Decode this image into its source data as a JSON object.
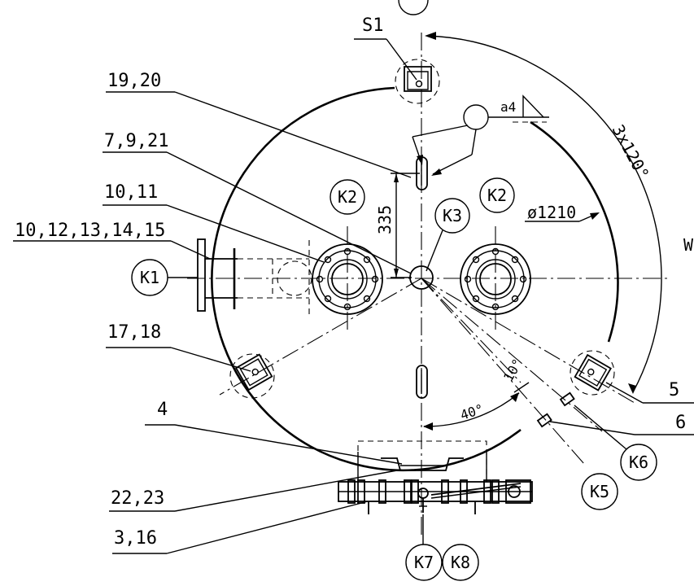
{
  "callouts": {
    "s1": "S1",
    "c19_20": "19,20",
    "c7_9_21": "7,9,21",
    "c10_11": "10,11",
    "c10_12": "10,12,13,14,15",
    "c17_18": "17,18",
    "c4": "4",
    "c22_23": "22,23",
    "c3_16": "3,16",
    "c5": "5",
    "c6": "6"
  },
  "nozzles": {
    "k1": "K1",
    "k2_left": "K2",
    "k2_right": "K2",
    "k3": "K3",
    "k5": "K5",
    "k6": "K6",
    "k7": "K7",
    "k8": "K8"
  },
  "dimensions": {
    "dim_335": "335",
    "diameter": "ø1210",
    "angle_120": "3x120°",
    "angle_40": "40°",
    "angle_10": "10°",
    "weld": "a4",
    "edge_text": "W"
  }
}
